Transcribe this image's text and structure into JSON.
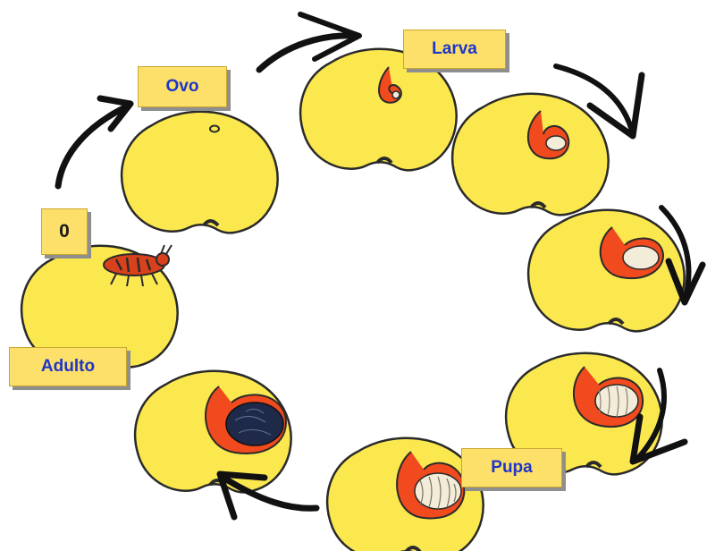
{
  "labels": {
    "ovo": "Ovo",
    "larva": "Larva",
    "zero": "0",
    "adulto": "Adulto",
    "pupa": "Pupa"
  },
  "colors": {
    "seed": "#fbe84f",
    "seed_outline": "#2a2a2a",
    "tunnel": "#f04a1e",
    "larva_body": "#f2ecd9",
    "label_fill": "#fde06a",
    "label_text": "#1e35c8",
    "arrow": "#111111",
    "beetle": "#d8411c"
  }
}
